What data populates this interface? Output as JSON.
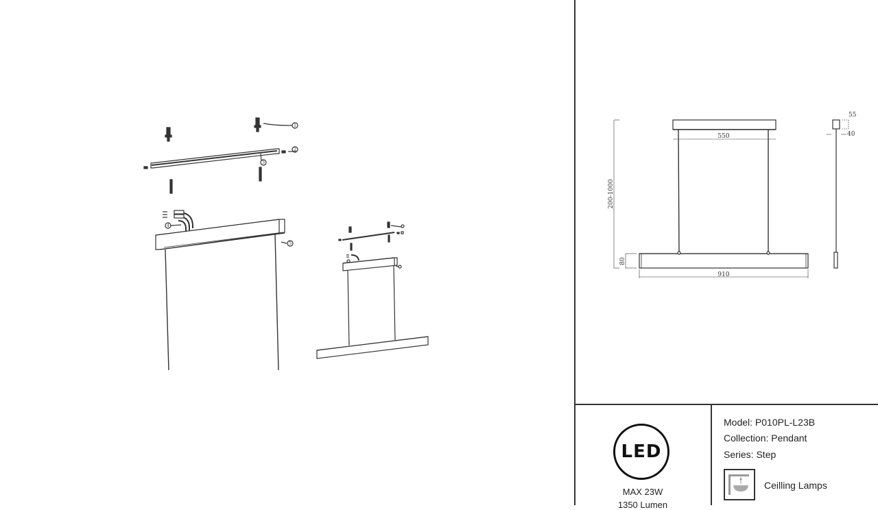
{
  "product": {
    "model_label": "Model: P010PL-L23B",
    "collection_label": "Collection: Pendant",
    "series_label": "Series: Step",
    "category_label": "Ceilling Lamps",
    "category_icon": "ceiling-lamp-icon"
  },
  "badge": {
    "text": "LED",
    "power": "MAX 23W",
    "lumen": "1350 Lumen"
  },
  "dimensions": {
    "canopy_width": "550",
    "total_height": "200-1000",
    "body_height": "80",
    "body_length": "910",
    "canopy_height": "55",
    "canopy_depth": "40"
  },
  "callouts": [
    "1",
    "2",
    "3",
    "4",
    "5"
  ],
  "colors": {
    "line": "#333333",
    "background": "#ffffff"
  }
}
